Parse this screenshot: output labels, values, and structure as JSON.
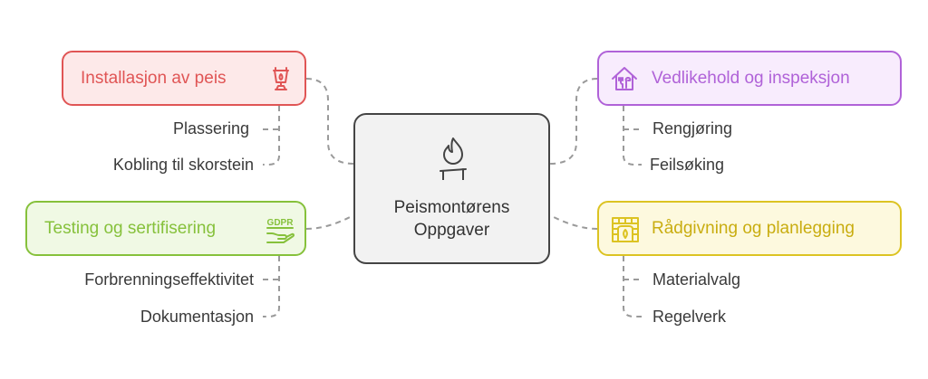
{
  "center": {
    "line1": "Peismontørens",
    "line2": "Oppgaver",
    "icon": "fireplace-flame-icon"
  },
  "branches": {
    "install": {
      "title": "Installasjon av peis",
      "icon": "stove-icon",
      "items": [
        "Plassering",
        "Kobling til skorstein"
      ],
      "color": "#e05555",
      "fill": "#fde9e9"
    },
    "testing": {
      "title": "Testing og sertifisering",
      "icon": "gdpr-hand-icon",
      "icon_text": "GDPR",
      "items": [
        "Forbrenningseffektivitet",
        "Dokumentasjon"
      ],
      "color": "#86c13b",
      "fill": "#f0f9e4"
    },
    "maintenance": {
      "title": "Vedlikehold og inspeksjon",
      "icon": "house-tools-icon",
      "items": [
        "Rengjøring",
        "Feilsøking"
      ],
      "color": "#b062d8",
      "fill": "#f8ecfd"
    },
    "advice": {
      "title": "Rådgivning og planlegging",
      "icon": "brick-fireplace-icon",
      "items": [
        "Materialvalg",
        "Regelverk"
      ],
      "color": "#dcc322",
      "fill": "#fdf9de"
    }
  }
}
